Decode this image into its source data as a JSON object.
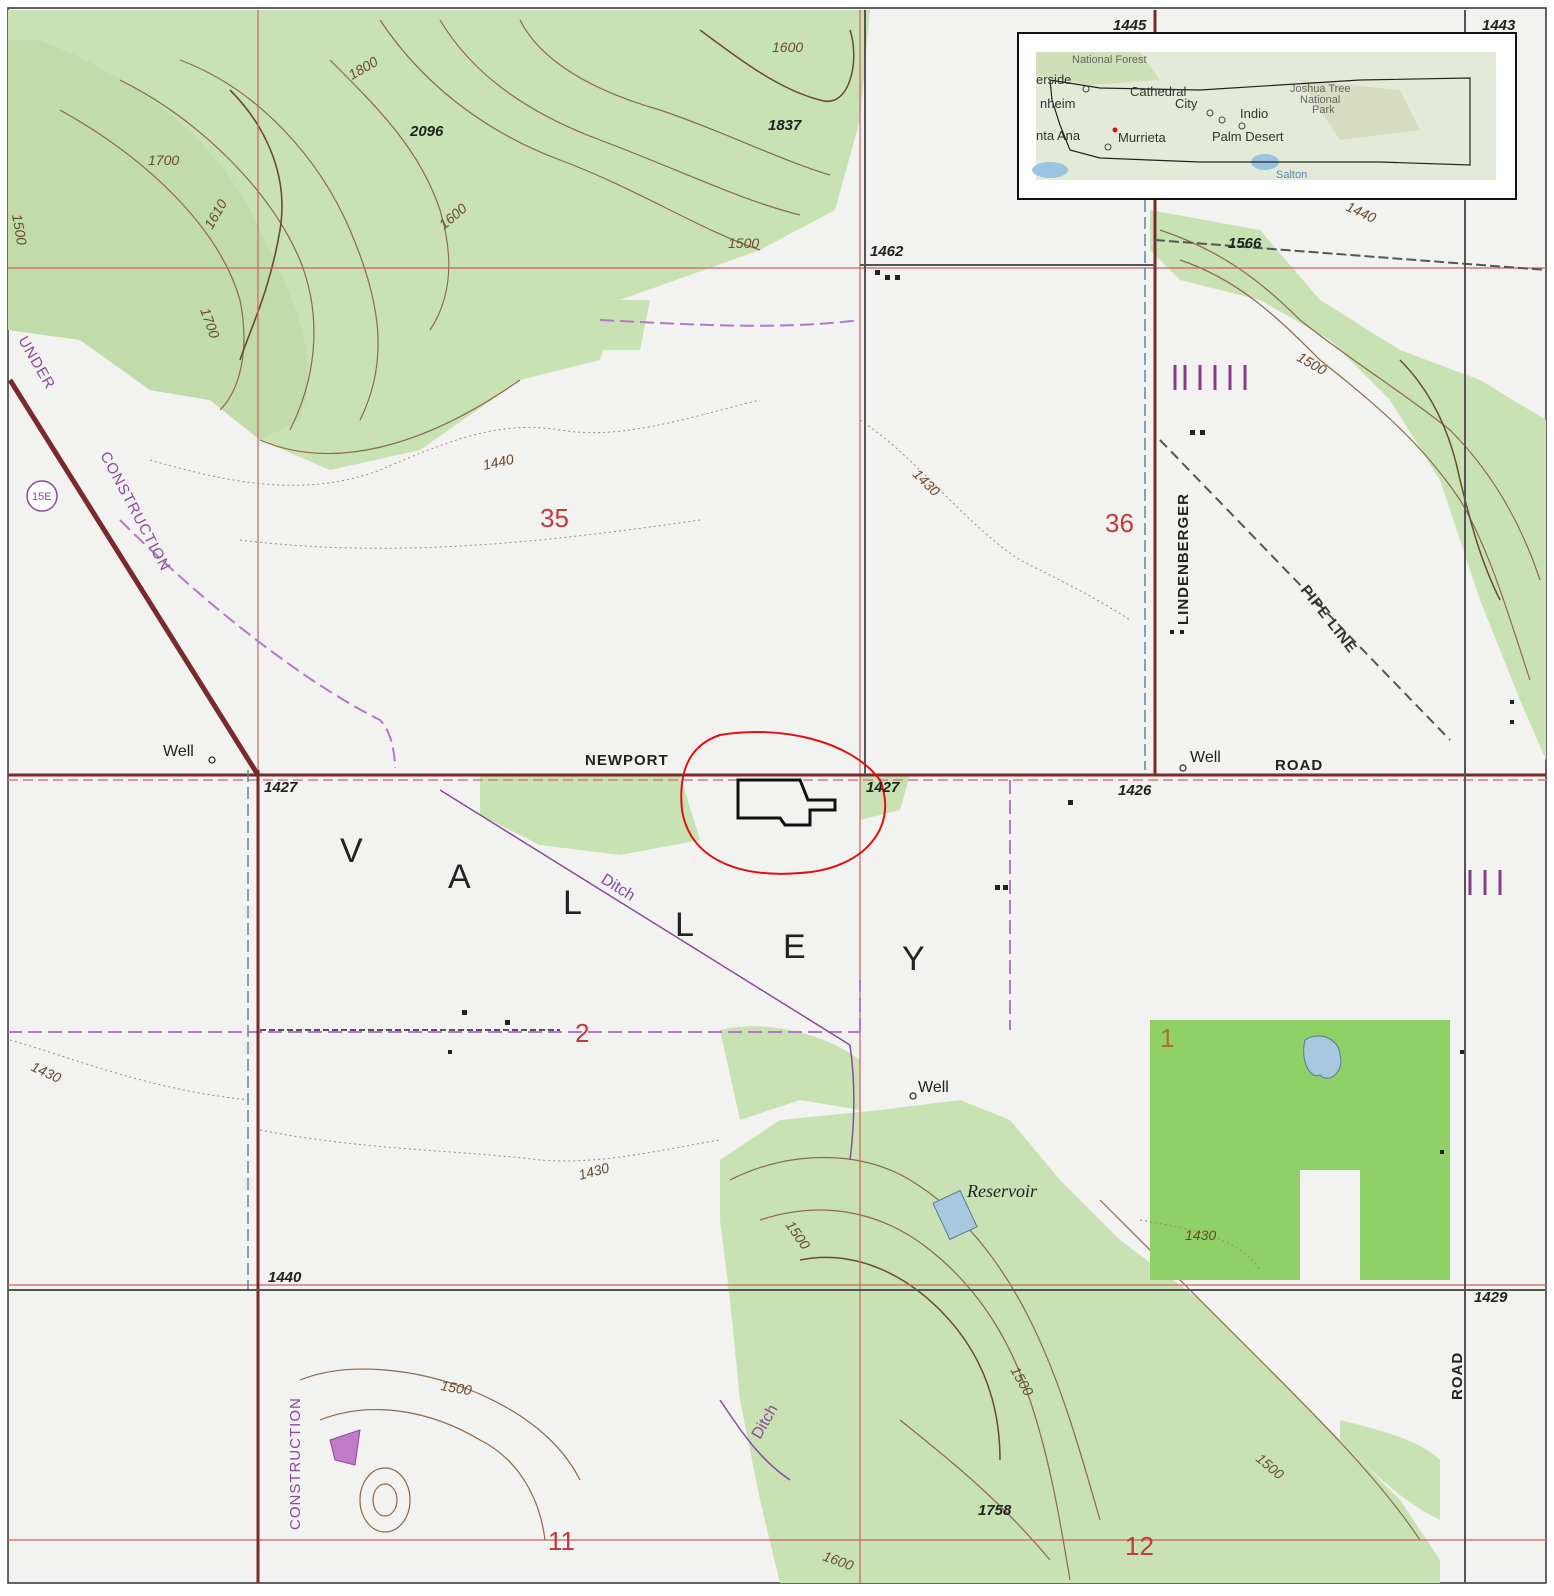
{
  "map": {
    "sections": [
      "35",
      "36",
      "2",
      "1",
      "11",
      "12"
    ],
    "elevations": [
      "1445",
      "1443",
      "1462",
      "1427",
      "1427",
      "1426",
      "1440",
      "1429",
      "2096",
      "1837",
      "1566",
      "1758"
    ],
    "contour_labels": [
      "1600",
      "1800",
      "1700",
      "1610",
      "1600",
      "1500",
      "1700",
      "1440",
      "1430",
      "1500",
      "1440",
      "1430",
      "1430",
      "1500",
      "1430",
      "1500",
      "1500",
      "1500",
      "1600",
      "1500"
    ],
    "roads": {
      "newport": "NEWPORT",
      "road_east": "ROAD",
      "lindenberger": "LINDENBERGER",
      "road_vertical": "ROAD"
    },
    "features": {
      "valley_letters": [
        "V",
        "A",
        "L",
        "L",
        "E",
        "Y"
      ],
      "ditch_1": "Ditch",
      "ditch_2": "Ditch",
      "reservoir": "Reservoir",
      "well_1": "Well",
      "well_2": "Well",
      "well_3": "Well",
      "pipe_line": "PIPE LINE",
      "under_construction_1": "UNDER",
      "under_construction_2": "CONSTRUCTION",
      "construction_south": "CONSTRUCTION",
      "route_shield": "15E"
    },
    "colors": {
      "vegetation": "#b8dca0",
      "park_fill": "#8fd067",
      "section_lines": "#c44a4a",
      "roads": "#7a2a2a",
      "contours": "#8a6a4a",
      "highlight_circle": "#e01010"
    }
  },
  "inset": {
    "places": [
      "National Forest",
      "erside",
      "nheim",
      "Cathedral",
      "City",
      "Indio",
      "Joshua Tree",
      "National",
      "Park",
      "nta Ana",
      "Murrieta",
      "Palm Desert",
      "Salton"
    ]
  }
}
